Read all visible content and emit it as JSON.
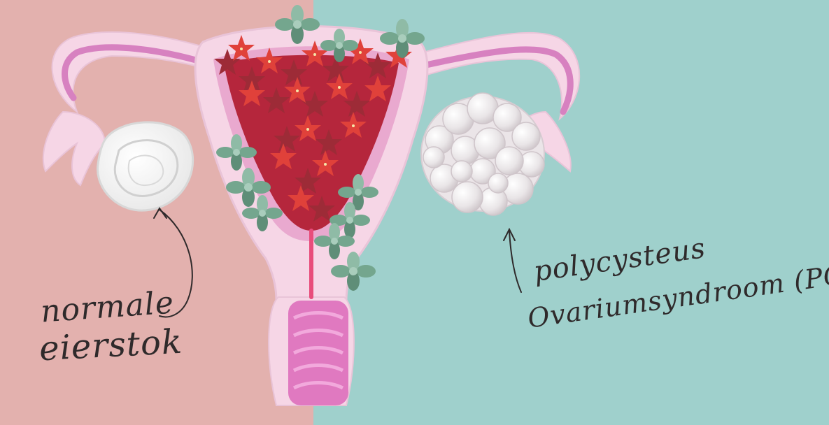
{
  "labels": {
    "normal_line1": "normale",
    "normal_line2": "eierstok",
    "pcos_line1": "polycysteus",
    "pcos_line2": "Ovariumsyndroom (PCOS)"
  },
  "colors": {
    "left_background": "#e3b1ae",
    "right_background": "#9fd0cc",
    "uterus_pink": "#f6d6e6",
    "tube_violet": "#d781c0",
    "flower_red": "#e0413a",
    "flower_dark": "#9d2b37",
    "leaf_green": "#74a68e",
    "ovary_white": "#efefef",
    "cyst_gray": "#dcd6d9",
    "ink": "#2f2a2b"
  },
  "icons": {
    "normal_ovary": "ovary-normal-icon",
    "pcos_ovary": "ovary-cysts-icon",
    "flower": "flower-icon",
    "leaf_cluster": "succulent-icon",
    "arrow": "hand-drawn-arrow"
  }
}
